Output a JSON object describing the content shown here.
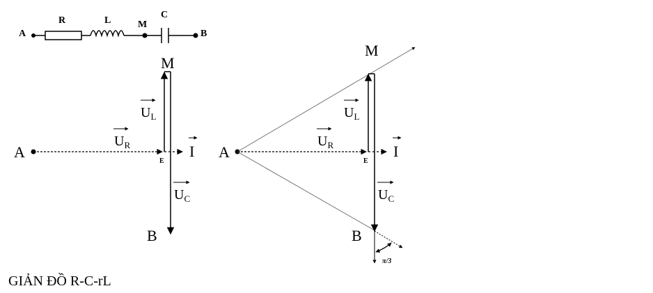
{
  "circuit": {
    "node_a": "A",
    "resistor": "R",
    "inductor": "L",
    "node_m": "M",
    "capacitor": "C",
    "node_b": "B"
  },
  "left_diagram": {
    "point_a": "A",
    "point_m": "M",
    "point_b": "B",
    "point_e": "E",
    "vec_ur_main": "U",
    "vec_ur_sub": "R",
    "vec_ul_main": "U",
    "vec_ul_sub": "L",
    "vec_uc_main": "U",
    "vec_uc_sub": "C",
    "vec_i": "I"
  },
  "right_diagram": {
    "point_a": "A",
    "point_m": "M",
    "point_b": "B",
    "point_e": "E",
    "vec_ur_main": "U",
    "vec_ur_sub": "R",
    "vec_ul_main": "U",
    "vec_ul_sub": "L",
    "vec_uc_main": "U",
    "vec_uc_sub": "C",
    "vec_i": "I",
    "angle_label": "π/3"
  },
  "caption": "GIẢN ĐỒ R-C-rL"
}
